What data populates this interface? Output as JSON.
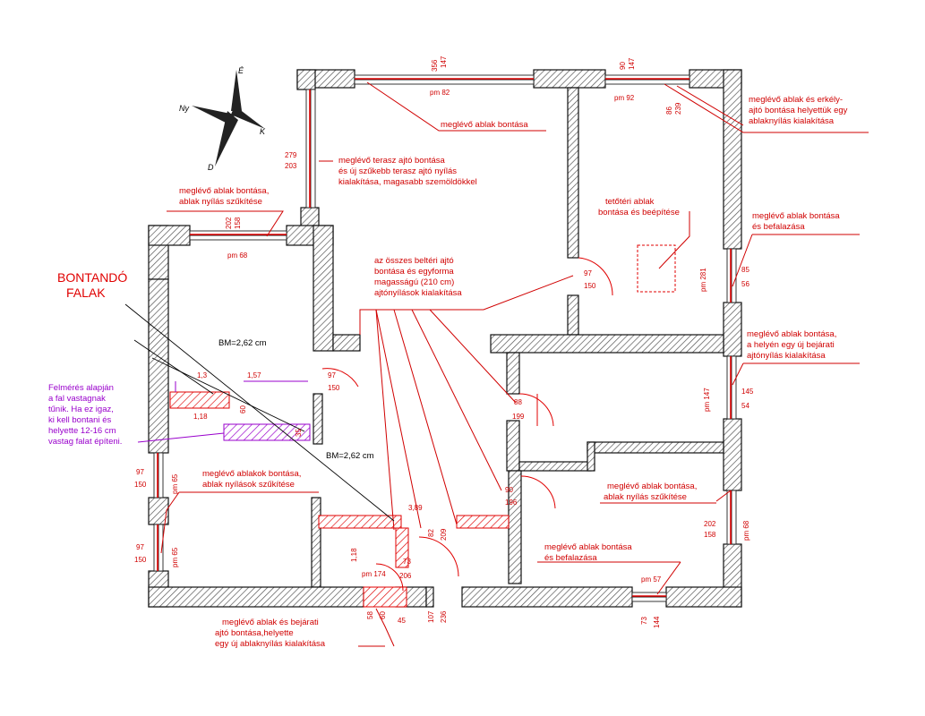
{
  "colors": {
    "wall_hatch": "#555555",
    "demolish": "#e00000",
    "annotation": "#d00000",
    "survey_note": "#9900cc",
    "text": "#000000"
  },
  "compass": {
    "n": "É",
    "s": "D",
    "e": "K",
    "w": "Ny"
  },
  "title": {
    "line1": "BONTANDÓ",
    "line2": "FALAK"
  },
  "room_heights": {
    "bm1": "BM=2,62 cm",
    "bm2": "BM=2,62 cm"
  },
  "survey_note": [
    "Felmérés alapján",
    "a fal vastagnak",
    "tűnik. Ha ez igaz,",
    "ki kell bontani és",
    "helyette 12-16 cm",
    "vastag falat építeni."
  ],
  "annotations": {
    "a1": [
      "meglévő ablak bontása"
    ],
    "a2": [
      "meglévő ablak és erkély-",
      "ajtó bontása helyettük egy",
      "ablaknyílás kialakítása"
    ],
    "a3": [
      "meglévő terasz ajtó bontása",
      "és új szűkebb terasz ajtó nyílás",
      "kialakítása, magasabb szemöldökkel"
    ],
    "a4": [
      "meglévő ablak bontása,",
      "ablak nyílás szűkítése"
    ],
    "a5": [
      "tetőtéri ablak",
      "bontása és beépítése"
    ],
    "a6": [
      "meglévő ablak bontása",
      "és befalazása"
    ],
    "a7": [
      "az összes beltéri ajtó",
      "bontása és egyforma",
      "magasságú (210 cm)",
      "ajtónyílások kialakítása"
    ],
    "a8": [
      "meglévő ablak bontása,",
      "a helyén egy új bejárati",
      "ajtónyílás kialakítása"
    ],
    "a9": [
      "meglévő ablakok bontása,",
      "ablak nyílások szűkítése"
    ],
    "a10": [
      "meglévő ablak bontása,",
      "ablak nyílás szűkítése"
    ],
    "a11": [
      "meglévő ablak bontása",
      "és befalazása"
    ],
    "a12": [
      "meglévő ablak és bejárati",
      "ajtó bontása,helyette",
      "egy új ablaknyílás kialakítása"
    ]
  },
  "dimensions": {
    "d356": "356",
    "d147a": "147",
    "pm82": "pm 82",
    "d90a": "90",
    "d147b": "147",
    "pm92": "pm 92",
    "d86": "86",
    "d239": "239",
    "d279": "279",
    "d203": "203",
    "d202a": "202",
    "d158a": "158",
    "pm68": "pm 68",
    "d97a": "97",
    "d150a": "150",
    "pm281": "pm 281",
    "d85": "85",
    "d56": "56",
    "d97b": "97",
    "d150b": "150",
    "d1_3": "1,3",
    "d1_57": "1,57",
    "d1_18a": "1,18",
    "d60": "60",
    "d35": "35",
    "d88": "88",
    "d199": "199",
    "pm147": "pm 147",
    "d145": "145",
    "d54": "54",
    "d97c": "97",
    "d150c": "150",
    "pm65a": "pm 65",
    "d97d": "97",
    "d150d": "150",
    "pm65b": "pm 65",
    "d90b": "90",
    "d196": "196",
    "d202b": "202",
    "d158b": "158",
    "pm68b": "pm 68",
    "d3_89": "3,89",
    "d82": "82",
    "d209": "209",
    "d73": "73",
    "d1_18b": "1,18",
    "pm174": "pm 174",
    "d206": "206",
    "d58": "58",
    "d60b": "60",
    "d45": "45",
    "d107": "107",
    "d236": "236",
    "pm57": "pm 57",
    "d73b": "73",
    "d144": "144"
  }
}
